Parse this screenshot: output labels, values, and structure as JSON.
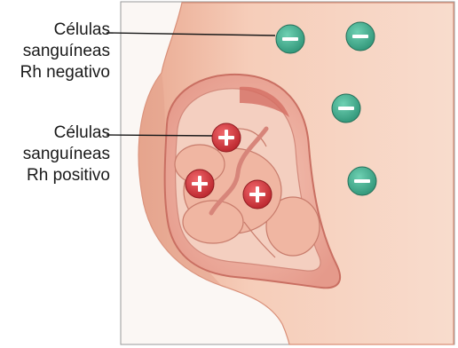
{
  "labels": {
    "negative": {
      "line1": "Células",
      "line2": "sanguíneas",
      "line3": "Rh negativo"
    },
    "positive": {
      "line1": "Células",
      "line2": "sanguíneas",
      "line3": "Rh positivo"
    }
  },
  "cells": {
    "negative_symbol": "−",
    "positive_symbol": "+",
    "negative_count": 4,
    "positive_count": 3
  },
  "colors": {
    "negative_cell": "#3aaa8c",
    "positive_cell": "#d0353b",
    "skin": "#f3c4b0",
    "uterus": "#e99b8f",
    "frame": "#9a9a9a"
  }
}
